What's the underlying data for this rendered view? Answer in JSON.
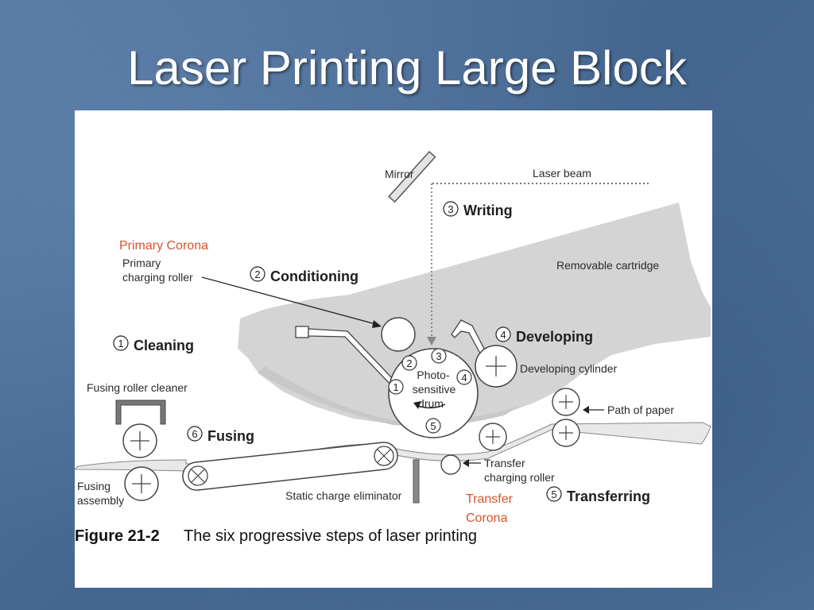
{
  "slide": {
    "title": "Laser Printing Large Block"
  },
  "figure": {
    "labels": {
      "mirror": "Mirror",
      "laser_beam": "Laser beam",
      "removable_cartridge": "Removable cartridge",
      "primary_corona": "Primary Corona",
      "primary_charging_roller_line1": "Primary",
      "primary_charging_roller_line2": "charging roller",
      "fusing_roller_cleaner": "Fusing roller cleaner",
      "developing_cylinder": "Developing cylinder",
      "path_of_paper": "Path of paper",
      "fusing_assembly_line1": "Fusing",
      "fusing_assembly_line2": "assembly",
      "static_charge_eliminator": "Static charge eliminator",
      "transfer_charging_roller_line1": "Transfer",
      "transfer_charging_roller_line2": "charging roller",
      "transfer_corona_line1": "Transfer",
      "transfer_corona_line2": "Corona",
      "drum_line1": "Photo-",
      "drum_line2": "sensitive",
      "drum_line3": "drum"
    },
    "steps": [
      {
        "number": "1",
        "name": "Cleaning"
      },
      {
        "number": "2",
        "name": "Conditioning"
      },
      {
        "number": "3",
        "name": "Writing"
      },
      {
        "number": "4",
        "name": "Developing"
      },
      {
        "number": "5",
        "name": "Transferring"
      },
      {
        "number": "6",
        "name": "Fusing"
      }
    ],
    "drum_numbers": [
      "1",
      "2",
      "3",
      "4",
      "5"
    ],
    "caption": {
      "figure_number": "Figure 21-2",
      "text": "The six progressive steps of laser printing"
    }
  }
}
